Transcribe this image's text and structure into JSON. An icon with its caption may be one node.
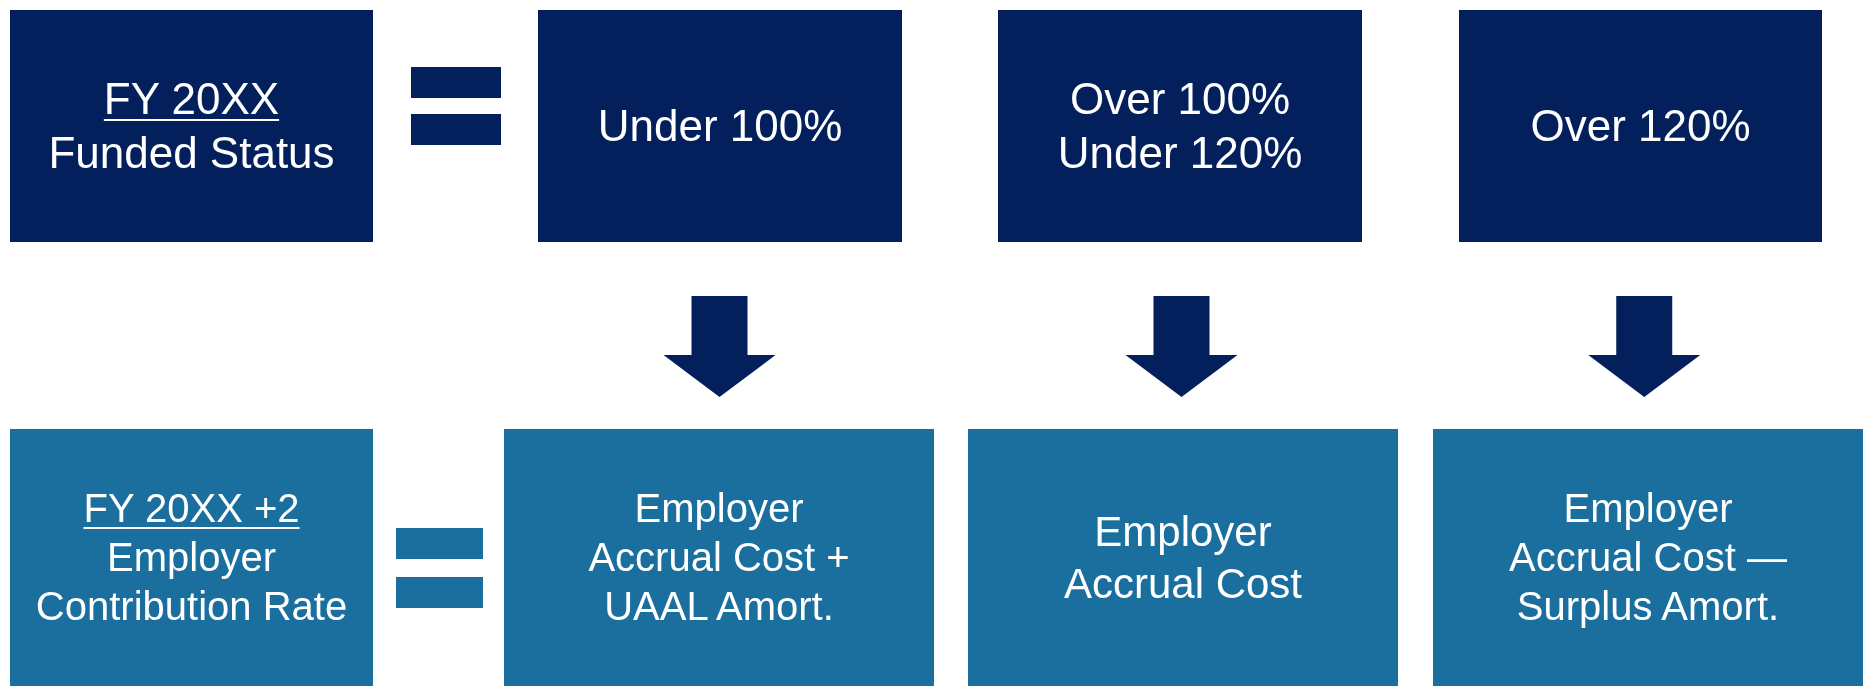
{
  "diagram": {
    "nodes": [
      {
        "text": [
          "FY 20XX",
          "Funded Status"
        ]
      },
      {
        "text": [
          "Under 100%"
        ]
      },
      {
        "text": [
          "Over 100% Under 120%"
        ]
      },
      {
        "text": [
          "Over 120%"
        ]
      },
      {
        "text": [
          "FY 20XX +2",
          "Employer Contribution Rate"
        ]
      },
      {
        "text": [
          "Employer Accrual Cost + UAAL Amort."
        ]
      },
      {
        "text": [
          "Employer Accrual Cost"
        ]
      },
      {
        "text": [
          "Employer Accrual Cost — Surplus Amort."
        ]
      }
    ],
    "edges": [
      {
        "from": 1,
        "to": 5,
        "arrow": "to"
      },
      {
        "from": 2,
        "to": 6,
        "arrow": "to"
      },
      {
        "from": 3,
        "to": 7,
        "arrow": "to"
      }
    ]
  }
}
